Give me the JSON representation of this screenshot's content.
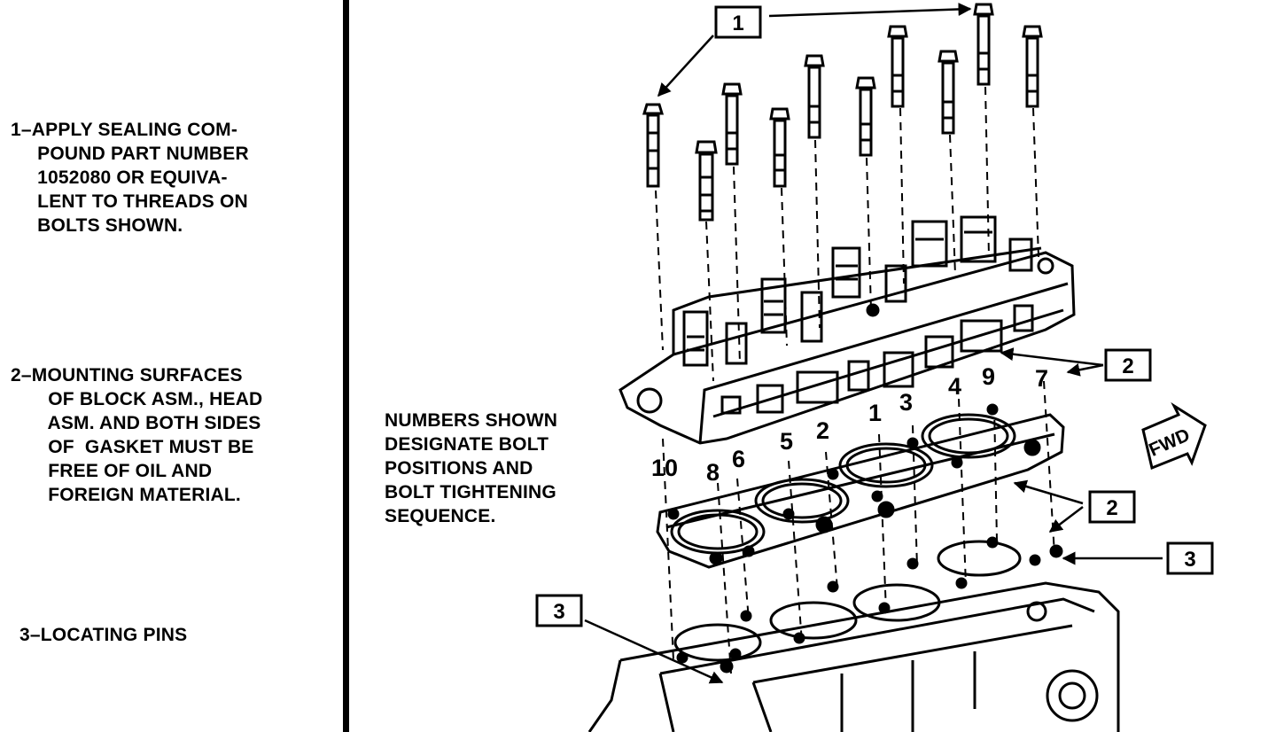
{
  "notes": {
    "note1": "1–APPLY SEALING COM-\n     POUND PART NUMBER\n     1052080 OR EQUIVA-\n     LENT TO THREADS ON\n     BOLTS SHOWN.",
    "note2": "2–MOUNTING SURFACES\n       OF BLOCK ASM., HEAD\n       ASM. AND BOTH SIDES\n       OF  GASKET MUST BE\n       FREE OF OIL AND\n       FOREIGN MATERIAL.",
    "note3": "3–LOCATING PINS",
    "sequence": "NUMBERS SHOWN\nDESIGNATE BOLT\nPOSITIONS AND\nBOLT TIGHTENING\nSEQUENCE."
  },
  "callouts": {
    "c1": "1",
    "c2a": "2",
    "c2b": "2",
    "c3a": "3",
    "c3b": "3"
  },
  "bolt_positions": {
    "p1": "1",
    "p2": "2",
    "p3": "3",
    "p4": "4",
    "p5": "5",
    "p6": "6",
    "p7": "7",
    "p8": "8",
    "p9": "9",
    "p10": "10"
  },
  "fwd_label": "FWD"
}
